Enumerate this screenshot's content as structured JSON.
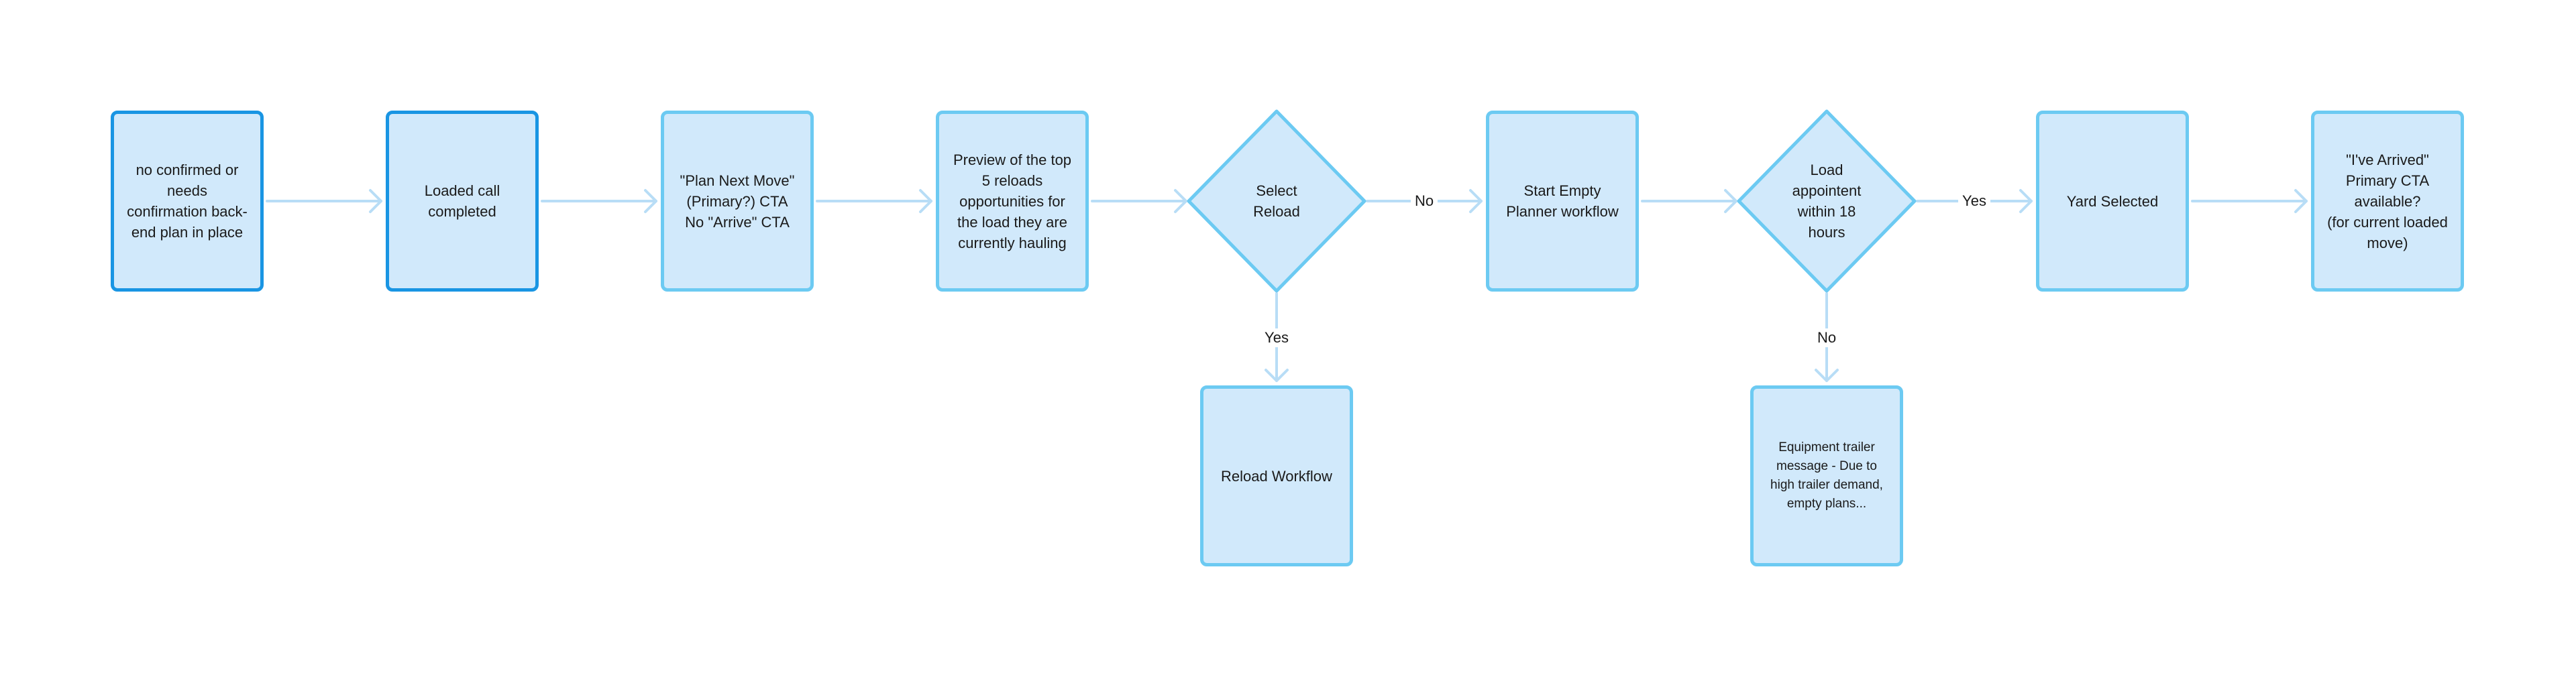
{
  "nodes": {
    "no_confirmed": "no confirmed or\nneeds\nconfirmation back-\nend plan in place",
    "loaded_call": "Loaded call\ncompleted",
    "plan_next_move": "\"Plan Next Move\"\n(Primary?) CTA\nNo \"Arrive\" CTA",
    "preview_reloads": "Preview of the top\n5 reloads\nopportunities for\nthe load they are\ncurrently hauling",
    "select_reload": "Select\nReload",
    "start_empty": "Start Empty\nPlanner workflow",
    "load_appointment": "Load\nappointent\nwithin 18\nhours",
    "yard_selected": "Yard Selected",
    "ive_arrived": "\"I've Arrived\"\nPrimary CTA\navailable?\n(for current loaded\nmove)",
    "reload_workflow": "Reload Workflow",
    "equipment_trailer": "Equipment trailer\nmessage - Due to\nhigh trailer demand,\nempty plans..."
  },
  "edges": {
    "select_no": "No",
    "select_yes": "Yes",
    "load_yes": "Yes",
    "load_no": "No"
  }
}
